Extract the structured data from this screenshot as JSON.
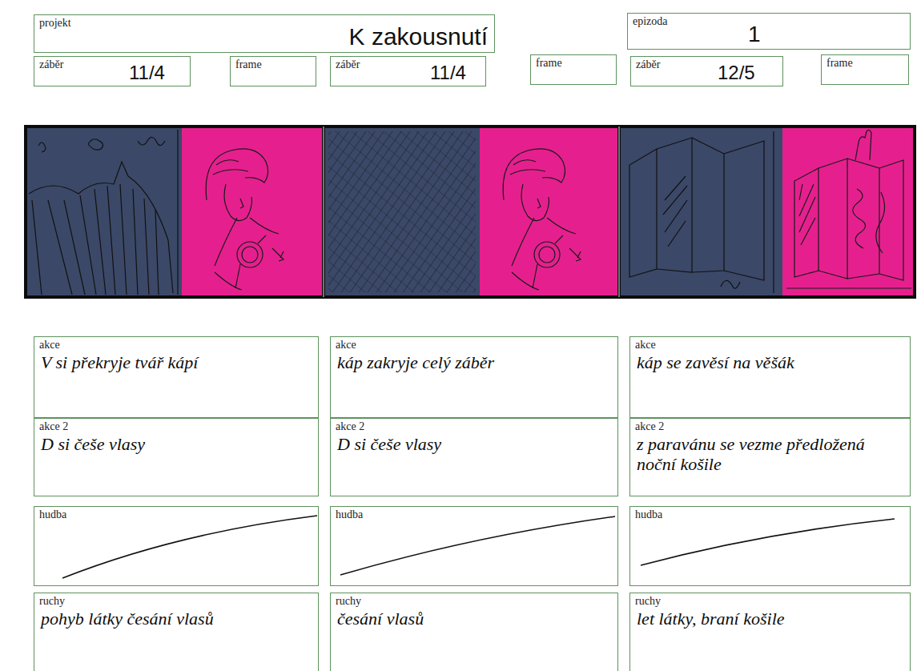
{
  "diagram": {
    "nodes": [
      {
        "text": [
          "projekt",
          "K zakousnutí"
        ]
      },
      {
        "text": [
          "epizoda",
          "1"
        ]
      },
      {
        "text": [
          "záběr",
          "11/4"
        ]
      },
      {
        "text": [
          "frame"
        ]
      },
      {
        "text": [
          "záběr",
          "11/4"
        ]
      },
      {
        "text": [
          "frame"
        ]
      },
      {
        "text": [
          "záběr",
          "12/5"
        ]
      },
      {
        "text": [
          "frame"
        ]
      },
      {
        "text": [
          "akce",
          "V si překryje tvář kápí"
        ]
      },
      {
        "text": [
          "akce",
          "káp zakryje celý záběr"
        ]
      },
      {
        "text": [
          "akce",
          "káp se zavěsí na věšák"
        ]
      },
      {
        "text": [
          "akce 2",
          "D si češe vlasy"
        ]
      },
      {
        "text": [
          "akce 2",
          "D si češe vlasy"
        ]
      },
      {
        "text": [
          "akce 2",
          "z paravánu se vezme předložená noční košile"
        ]
      },
      {
        "text": [
          "hudba"
        ]
      },
      {
        "text": [
          "hudba"
        ]
      },
      {
        "text": [
          "hudba"
        ]
      },
      {
        "text": [
          "ruchy",
          "pohyb látky česání vlasů"
        ]
      },
      {
        "text": [
          "ruchy",
          "česání vlasů"
        ]
      },
      {
        "text": [
          "ruchy",
          "let látky, braní košile"
        ]
      }
    ]
  }
}
